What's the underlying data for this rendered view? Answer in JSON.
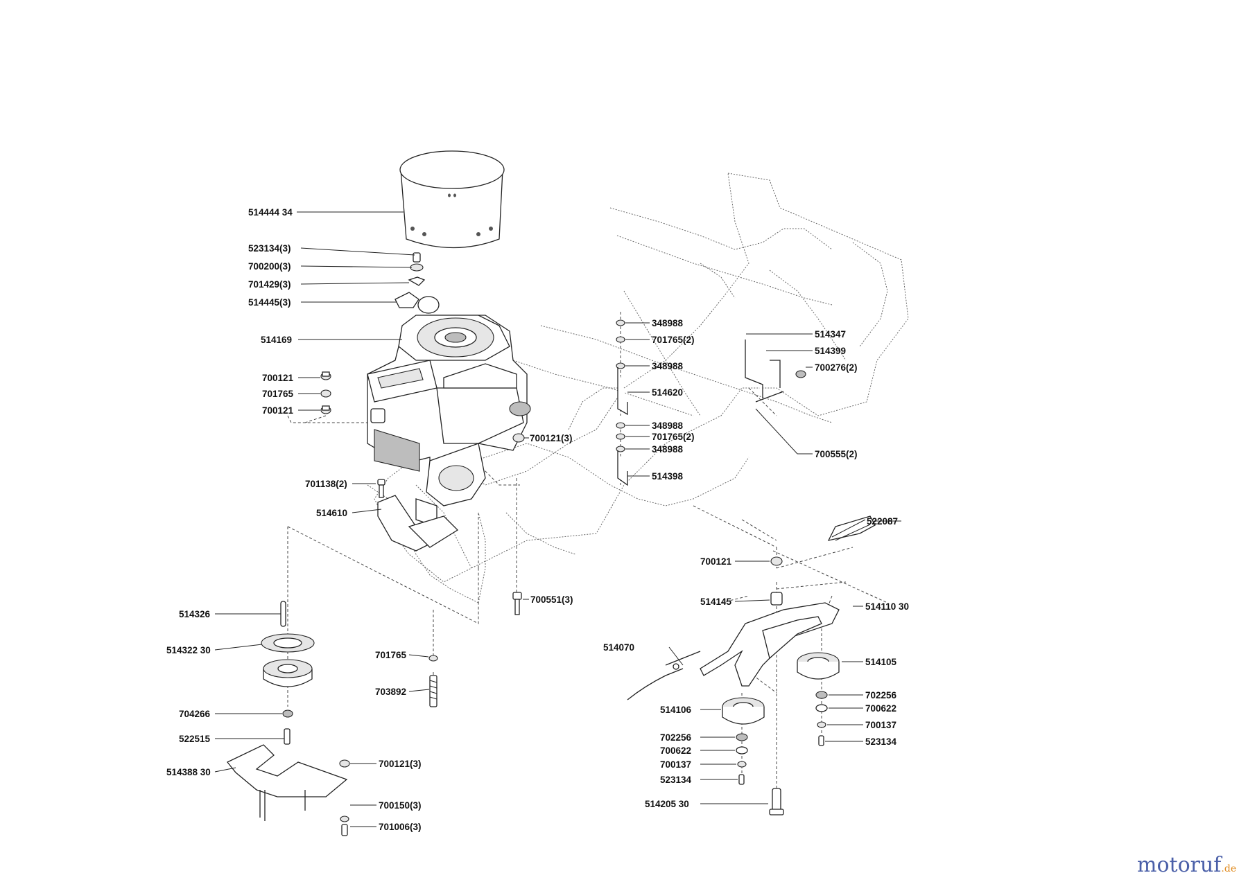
{
  "labels": {
    "l514444": "514444 34",
    "l523134_3": "523134(3)",
    "l700200_3": "700200(3)",
    "l701429_3": "701429(3)",
    "l514445_3": "514445(3)",
    "l514169": "514169",
    "l700121_a": "700121",
    "l701765_a": "701765",
    "l700121_b": "700121",
    "l700121_3a": "700121(3)",
    "l701138_2": "701138(2)",
    "l514610": "514610",
    "l514326": "514326",
    "l514322": "514322 30",
    "l704266": "704266",
    "l522515": "522515",
    "l514388": "514388 30",
    "l700121_3b": "700121(3)",
    "l700150_3": "700150(3)",
    "l701006_3": "701006(3)",
    "l701765_b": "701765",
    "l703892": "703892",
    "l700551_3": "700551(3)",
    "l348988_a": "348988",
    "l701765_2a": "701765(2)",
    "l348988_b": "348988",
    "l514620": "514620",
    "l348988_c": "348988",
    "l701765_2b": "701765(2)",
    "l348988_d": "348988",
    "l514398": "514398",
    "l514347": "514347",
    "l514399": "514399",
    "l700276_2": "700276(2)",
    "l700555_2": "700555(2)",
    "l522087": "522087",
    "l700121_c": "700121",
    "l514145": "514145",
    "l514110": "514110 30",
    "l514070": "514070",
    "l514105": "514105",
    "l702256_a": "702256",
    "l700622_a": "700622",
    "l700137_a": "700137",
    "l523134_a": "523134",
    "l514106": "514106",
    "l702256_b": "702256",
    "l700622_b": "700622",
    "l700137_b": "700137",
    "l523134_b": "523134",
    "l514205": "514205 30"
  },
  "watermark": {
    "brand": "motoruf",
    "suffix": ".de",
    "color_primary": "#4a5fa8",
    "color_accent": "#e08a1e"
  }
}
